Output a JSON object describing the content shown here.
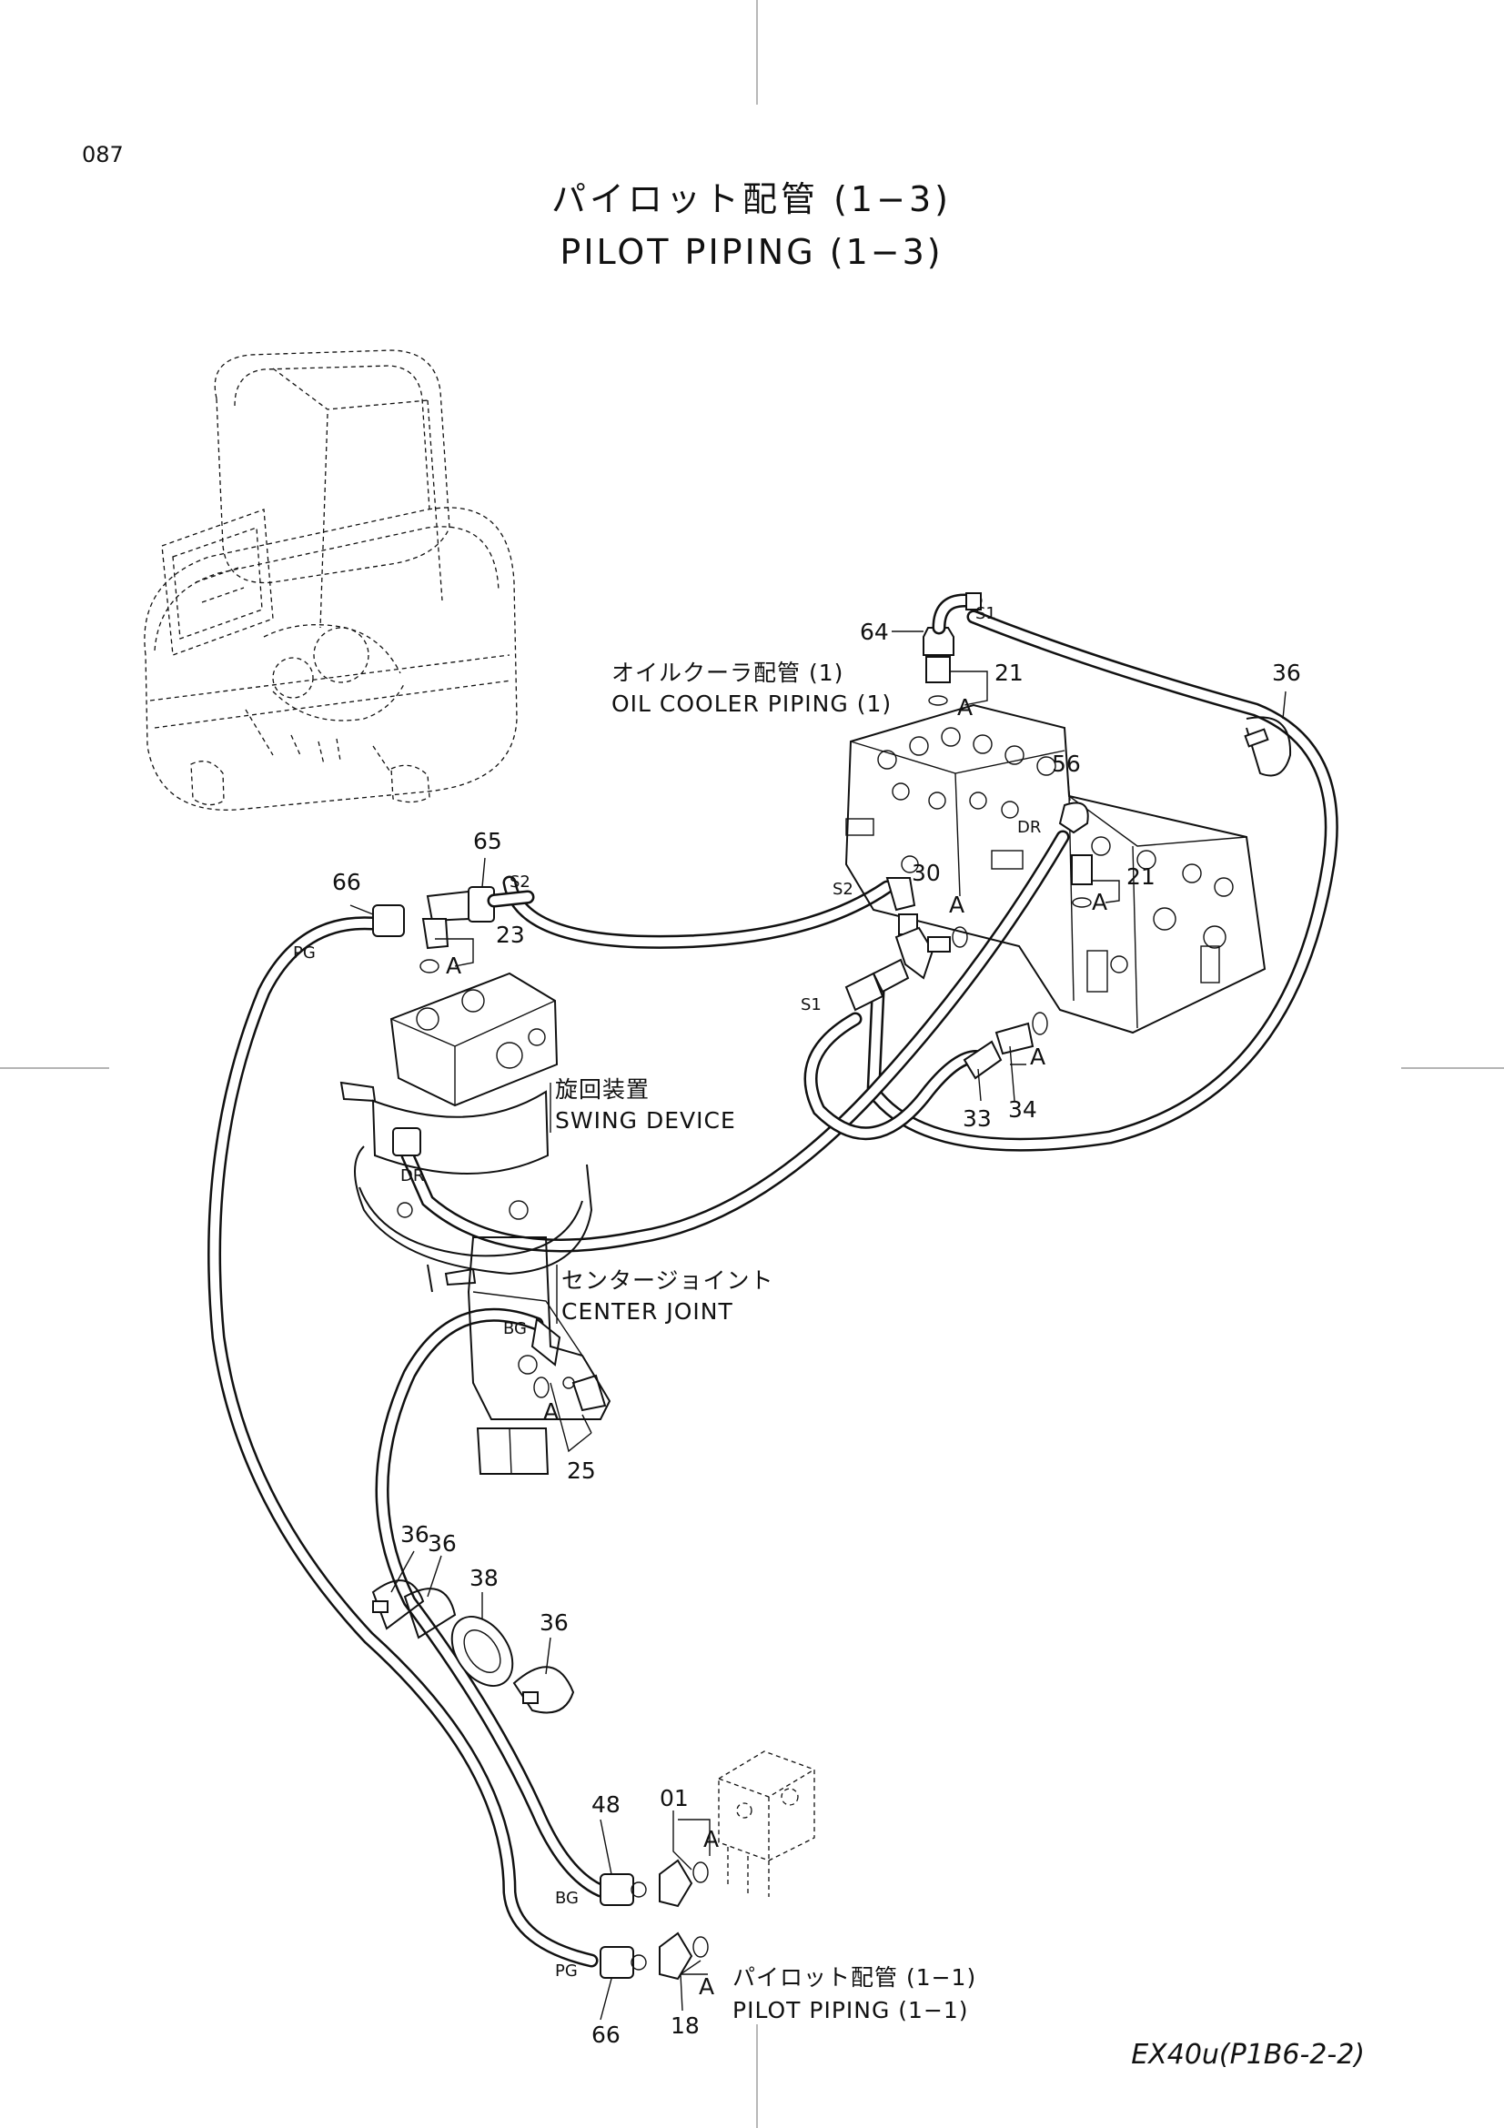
{
  "page_number": "087",
  "title": {
    "jp": "パイロット配管 (1−3)",
    "en": "PILOT PIPING (1−3)"
  },
  "callouts": {
    "oil_cooler_jp": "オイルクーラ配管 (1)",
    "oil_cooler_en": "OIL COOLER PIPING (1)",
    "swing_jp": "旋回装置",
    "swing_en": "SWING DEVICE",
    "center_jp": "センタージョイント",
    "center_en": "CENTER JOINT",
    "pilot_jp": "パイロット配管 (1−1)",
    "pilot_en": "PILOT PIPING (1−1)"
  },
  "part_numbers": {
    "p64": "64",
    "p21a": "21",
    "p36a": "36",
    "p56": "56",
    "p21b": "21",
    "p30": "30",
    "p65": "65",
    "p66a": "66",
    "p23": "23",
    "p33": "33",
    "p34": "34",
    "p25": "25",
    "p36b": "36",
    "p36c": "36",
    "p38": "38",
    "p36d": "36",
    "p01": "01",
    "p48": "48",
    "p66b": "66",
    "p18": "18"
  },
  "port_labels": {
    "s1_top": "S1",
    "s2_right": "S2",
    "s2_left": "S2",
    "s1_left": "S1",
    "dr_right": "DR",
    "pg_top": "PG",
    "dr_swing": "DR",
    "bg_center": "BG",
    "bg_bottom": "BG",
    "pg_bottom": "PG"
  },
  "oring_markers": {
    "a1": "A",
    "a2": "A",
    "a3": "A",
    "a4": "A",
    "a5": "A",
    "a6": "A",
    "a7": "A",
    "a8": "A"
  },
  "reference_code": "EX40u(P1B6-2-2)"
}
